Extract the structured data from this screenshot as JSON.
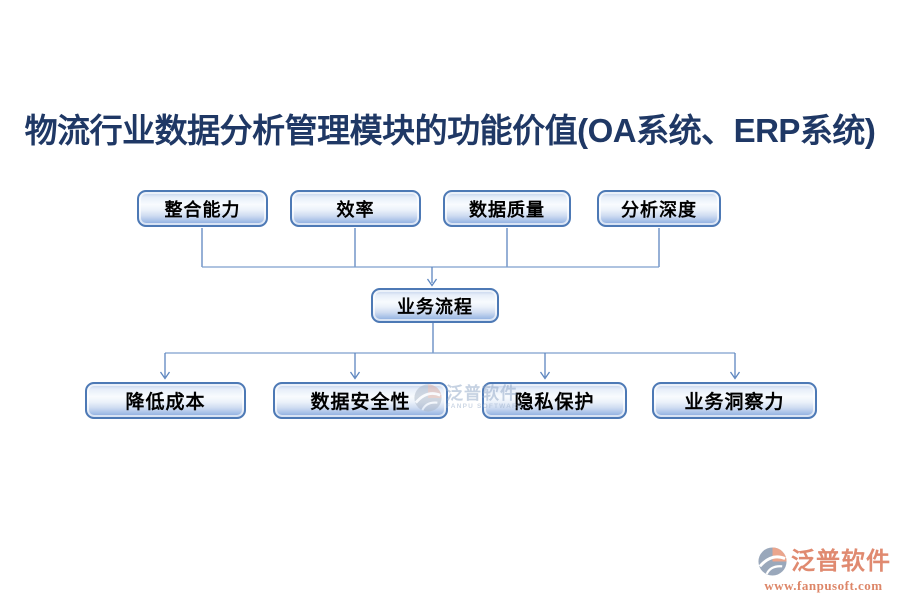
{
  "title": "物流行业数据分析管理模块的功能价值(OA系统、ERP系统)",
  "diagram": {
    "top_row": [
      {
        "label": "整合能力"
      },
      {
        "label": "效率"
      },
      {
        "label": "数据质量"
      },
      {
        "label": "分析深度"
      }
    ],
    "center": {
      "label": "业务流程"
    },
    "bottom_row": [
      {
        "label": "降低成本"
      },
      {
        "label": "数据安全性"
      },
      {
        "label": "隐私保护"
      },
      {
        "label": "业务洞察力"
      }
    ]
  },
  "watermark_center": {
    "name": "泛普软件",
    "name_en": "FANPU SOFTWARE"
  },
  "footer_logo": {
    "name": "泛普软件",
    "url": "www.fanpusoft.com"
  },
  "colors": {
    "title_text": "#1f3865",
    "node_border": "#4d79b5",
    "node_fill_light": "#f8fbfe",
    "node_fill_dark": "#85a6db",
    "connector_line": "#5d86bf",
    "logo_salmon": "#e08a70",
    "watermark_blue": "#8fa6c6"
  }
}
